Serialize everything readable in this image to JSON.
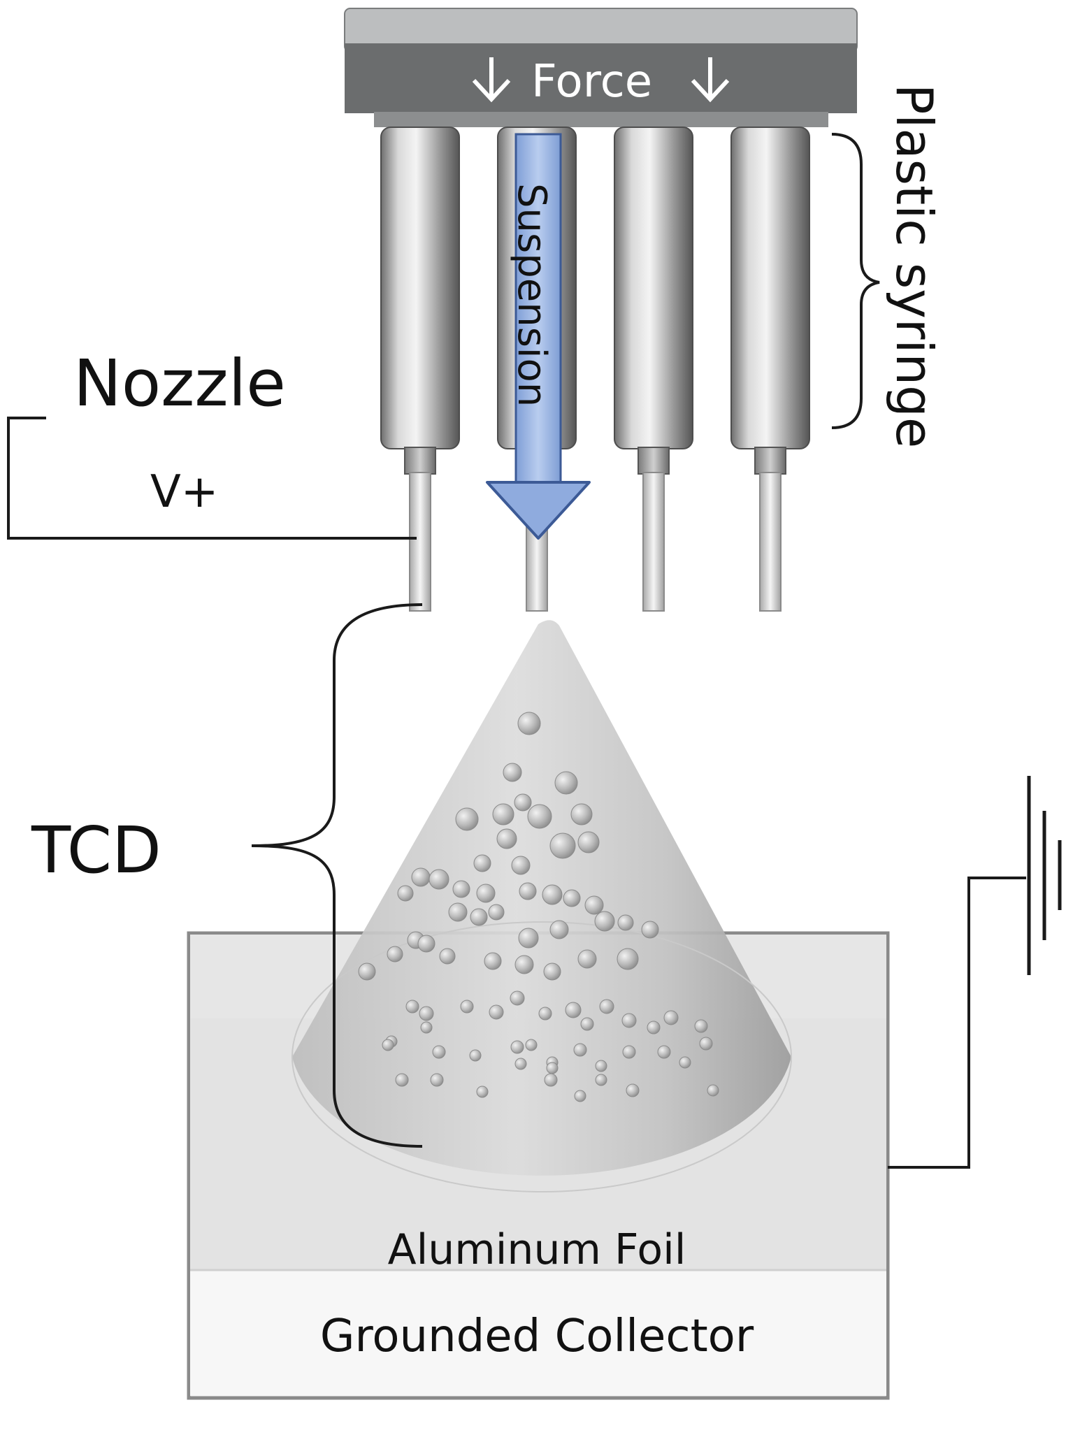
{
  "labels": {
    "force": "Force",
    "plastic_syringe": "Plastic syringe",
    "suspension": "Suspension",
    "nozzle": "Nozzle",
    "voltage": "V+",
    "tcd": "TCD",
    "aluminum_foil": "Aluminum Foil",
    "grounded_collector": "Grounded Collector"
  },
  "colors": {
    "suspension_arrow": "#9ab4df",
    "press_head": "#6b6d6e",
    "press_top": "#b9bbbc",
    "line": "#1a1a1a"
  }
}
